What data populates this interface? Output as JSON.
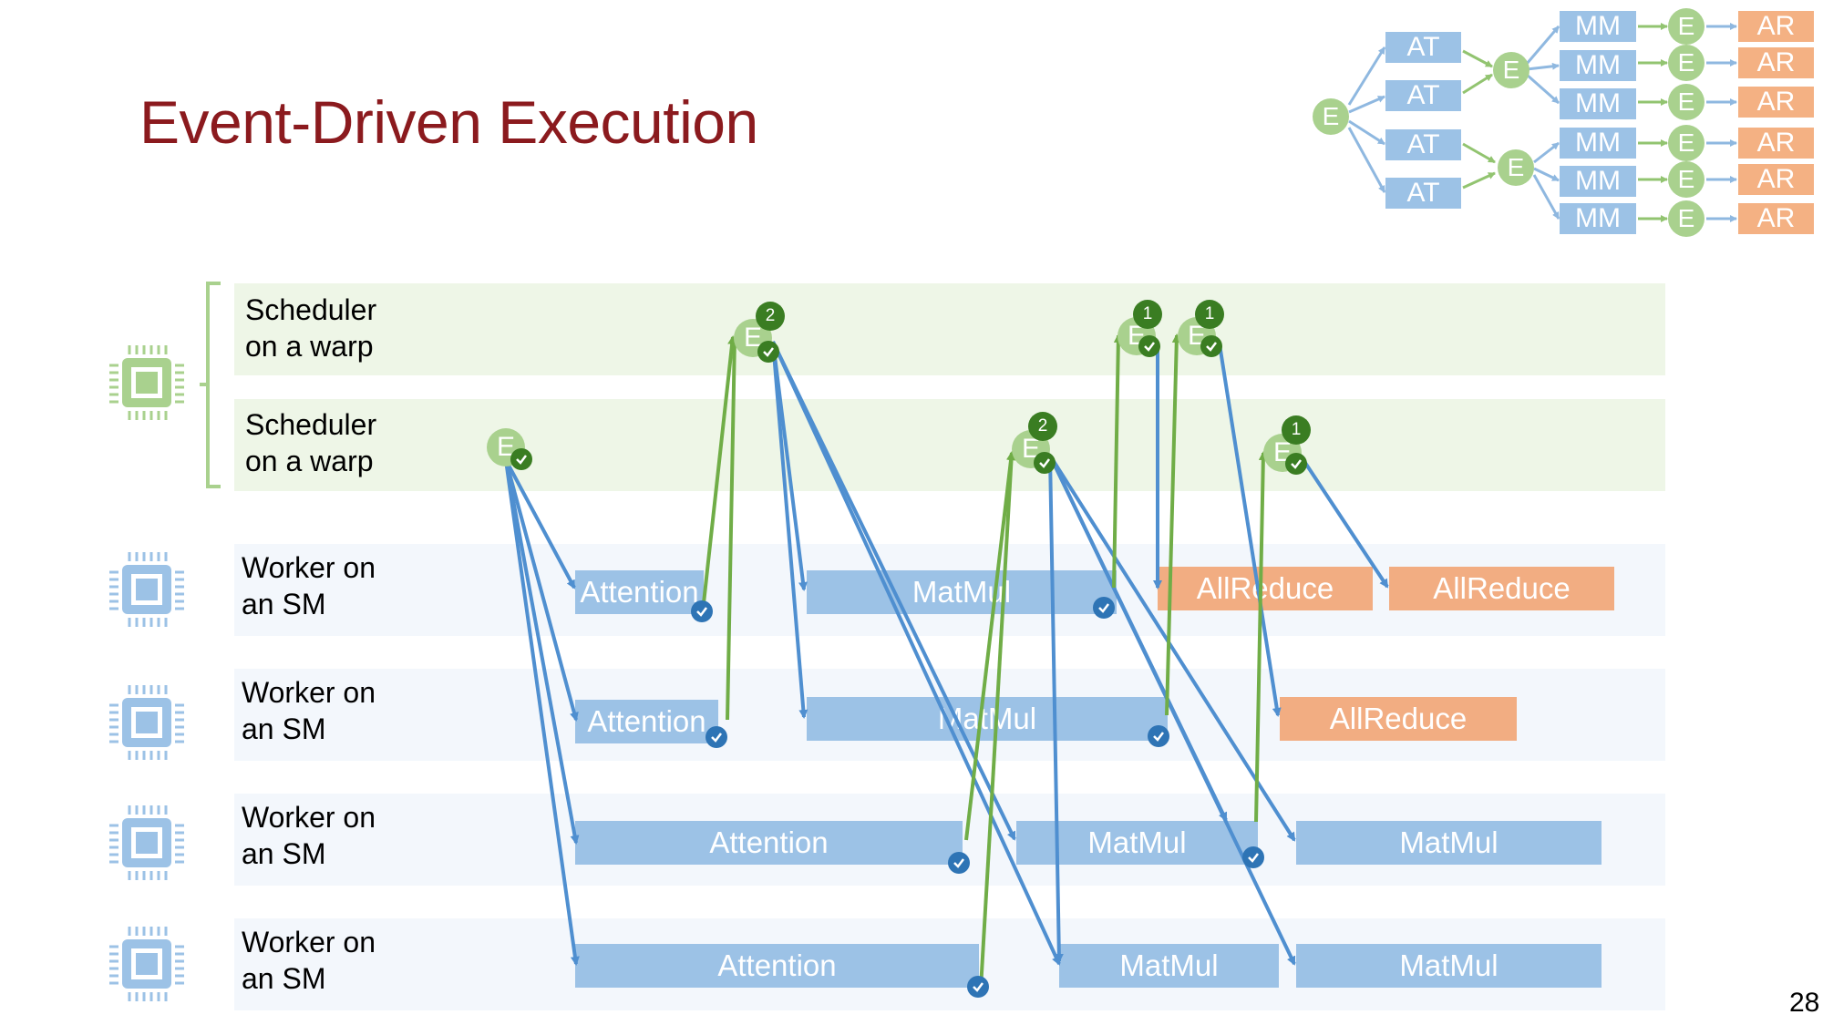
{
  "title": "Event-Driven Execution",
  "page_number": "28",
  "colors": {
    "title": "#8b1a1e",
    "scheduler_lane": "#eef6e7",
    "worker_lane": "#f3f7fc",
    "task_blue": "#9cc2e6",
    "task_orange": "#f2ad82",
    "event_green": "#a9d18e",
    "badge_dark_green": "#3a7d22",
    "check_blue": "#2e74b5",
    "arrow_blue": "#4f8fd0",
    "arrow_green": "#70ad47"
  },
  "lanes": [
    {
      "kind": "scheduler",
      "line1": "Scheduler",
      "line2": "on a warp",
      "icon": "green-chip-icon"
    },
    {
      "kind": "scheduler",
      "line1": "Scheduler",
      "line2": "on a warp",
      "icon": "green-chip-icon"
    },
    {
      "kind": "worker",
      "line1": "Worker on",
      "line2": "an SM",
      "icon": "blue-chip-icon"
    },
    {
      "kind": "worker",
      "line1": "Worker on",
      "line2": "an SM",
      "icon": "blue-chip-icon"
    },
    {
      "kind": "worker",
      "line1": "Worker on",
      "line2": "an SM",
      "icon": "blue-chip-icon"
    },
    {
      "kind": "worker",
      "line1": "Worker on",
      "line2": "an SM",
      "icon": "blue-chip-icon"
    }
  ],
  "tasks": {
    "attention": "Attention",
    "matmul": "MatMul",
    "allreduce": "AllReduce"
  },
  "event_label": "E",
  "badges": {
    "two": "2",
    "one": "1"
  },
  "mini_graph": {
    "event": "E",
    "at": "AT",
    "mm": "MM",
    "ar": "AR"
  }
}
